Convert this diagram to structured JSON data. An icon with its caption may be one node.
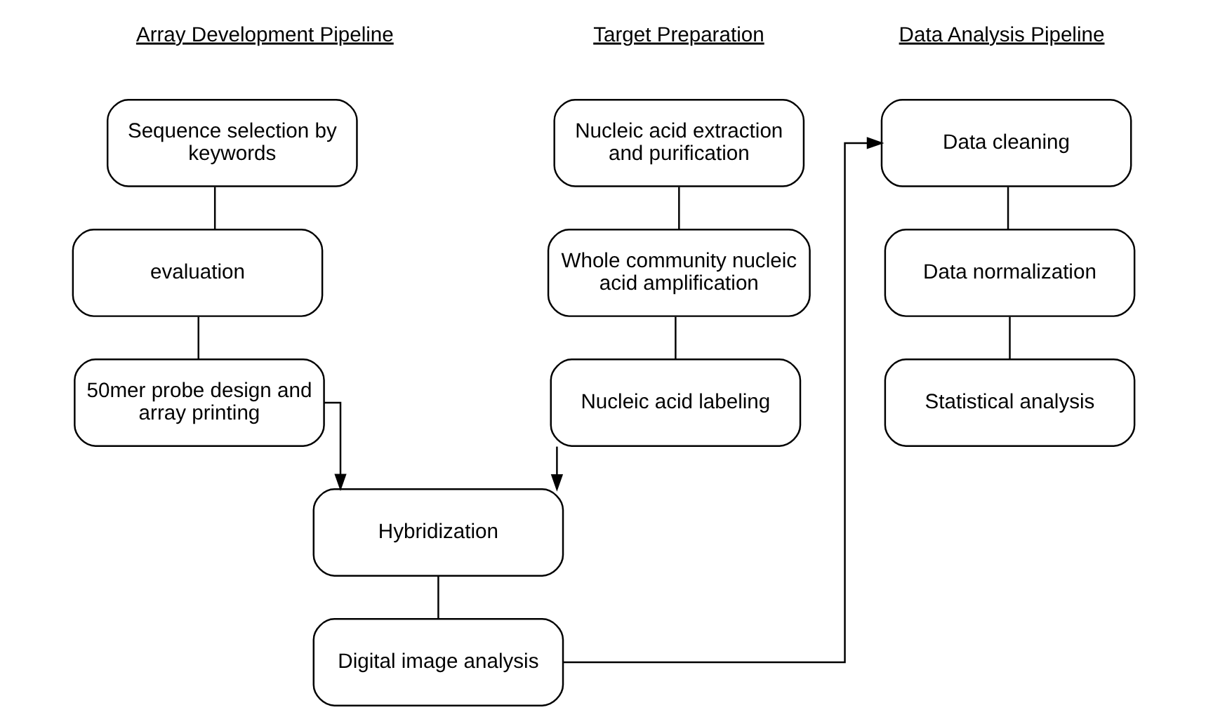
{
  "diagram": {
    "nodes": [
      {
        "text": [
          "Sequence selection by keywords"
        ]
      },
      {
        "text": [
          "evaluation"
        ]
      },
      {
        "text": [
          "50mer probe design and array printing"
        ]
      },
      {
        "text": [
          "Nucleic acid extraction and purification"
        ]
      },
      {
        "text": [
          "Whole community nucleic acid amplification"
        ]
      },
      {
        "text": [
          "Nucleic acid labeling"
        ]
      },
      {
        "text": [
          "Data cleaning"
        ]
      },
      {
        "text": [
          "Data normalization"
        ]
      },
      {
        "text": [
          "Statistical analysis"
        ]
      },
      {
        "text": [
          "Hybridization"
        ]
      },
      {
        "text": [
          "Digital image analysis"
        ]
      }
    ],
    "edges": [
      {
        "from": 0,
        "to": 1,
        "arrow": "none"
      },
      {
        "from": 1,
        "to": 2,
        "arrow": "none"
      },
      {
        "from": 2,
        "to": 9,
        "arrow": "to"
      },
      {
        "from": 3,
        "to": 4,
        "arrow": "none"
      },
      {
        "from": 4,
        "to": 5,
        "arrow": "none"
      },
      {
        "from": 5,
        "to": 9,
        "arrow": "to"
      },
      {
        "from": 9,
        "to": 10,
        "arrow": "none"
      },
      {
        "from": 10,
        "to": 6,
        "arrow": "to"
      },
      {
        "from": 6,
        "to": 7,
        "arrow": "none"
      },
      {
        "from": 7,
        "to": 8,
        "arrow": "none"
      }
    ],
    "labels": [
      "Array Development Pipeline",
      "Target Preparation",
      "Data Analysis Pipeline"
    ]
  }
}
